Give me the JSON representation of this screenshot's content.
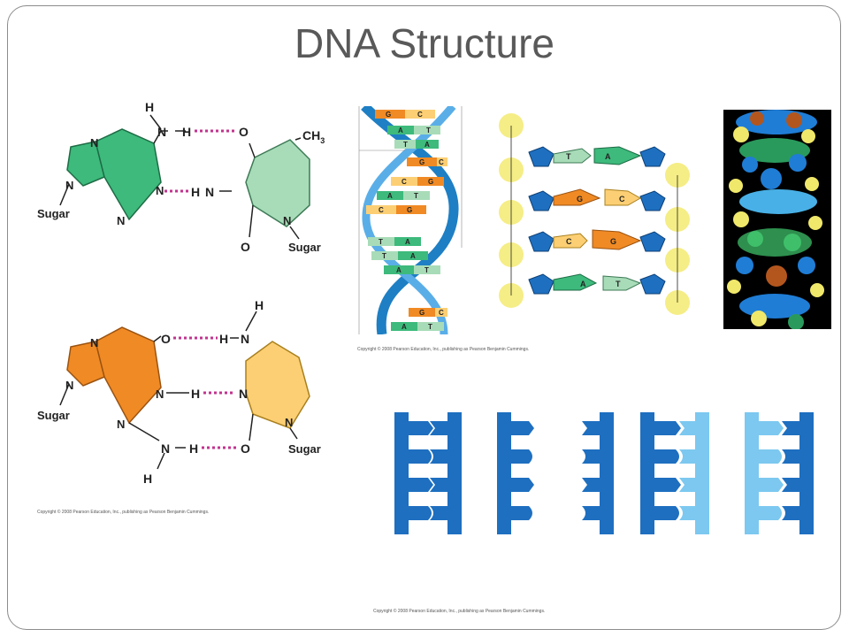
{
  "slide": {
    "title": "DNA Structure"
  },
  "base_pairs": {
    "at": {
      "atoms": {
        "h_top": "H",
        "n_amino": "N",
        "h_amino": "H",
        "o_top": "O",
        "ch3": "CH",
        "ch3_sub": "3",
        "n_ring1": "N",
        "n_ring2": "N",
        "n_ring3": "N",
        "n_ring4": "N",
        "h_mid": "H",
        "n_mid": "N",
        "n_sugar_right": "N",
        "o_bottom": "O",
        "sugar_left": "Sugar",
        "sugar_right": "Sugar"
      }
    },
    "gc": {
      "atoms": {
        "h_top": "H",
        "o_top": "O",
        "h1": "H",
        "n1": "N",
        "n_ring1": "N",
        "n_ring2": "N",
        "n_ring3": "N",
        "n_ring4": "N",
        "h_mid": "H",
        "n_mid": "N",
        "n_amino": "N",
        "h_amino": "H",
        "o_right": "O",
        "n_sugar_right": "N",
        "h_bottom": "H",
        "sugar_left": "Sugar",
        "sugar_right": "Sugar"
      }
    }
  },
  "helix": {
    "labels": [
      "G",
      "C",
      "A",
      "T",
      "T",
      "A",
      "G",
      "C",
      "C",
      "G",
      "A",
      "T",
      "C",
      "G",
      "T",
      "A",
      "T",
      "A",
      "A",
      "T",
      "G",
      "C",
      "A",
      "T"
    ]
  },
  "ladder": {
    "pairs": [
      [
        "T",
        "A"
      ],
      [
        "G",
        "C"
      ],
      [
        "C",
        "G"
      ],
      [
        "A",
        "T"
      ]
    ]
  },
  "copyright": {
    "top": "Copyright © 2008 Pearson Education, Inc., publishing as Pearson Benjamin Cummings.",
    "left": "Copyright © 2008 Pearson Education, Inc., publishing as Pearson Benjamin Cummings.",
    "bottom": "Copyright © 2008 Pearson Education, Inc., publishing as Pearson Benjamin Cummings."
  },
  "colors": {
    "purine_green": "#3dba7c",
    "pyrimidine_green": "#a8dcb8",
    "purine_orange": "#f08a24",
    "pyrimidine_yellow": "#fccf74",
    "hbond": "#c2338e",
    "helix_blue": "#1e7fc4"
  }
}
